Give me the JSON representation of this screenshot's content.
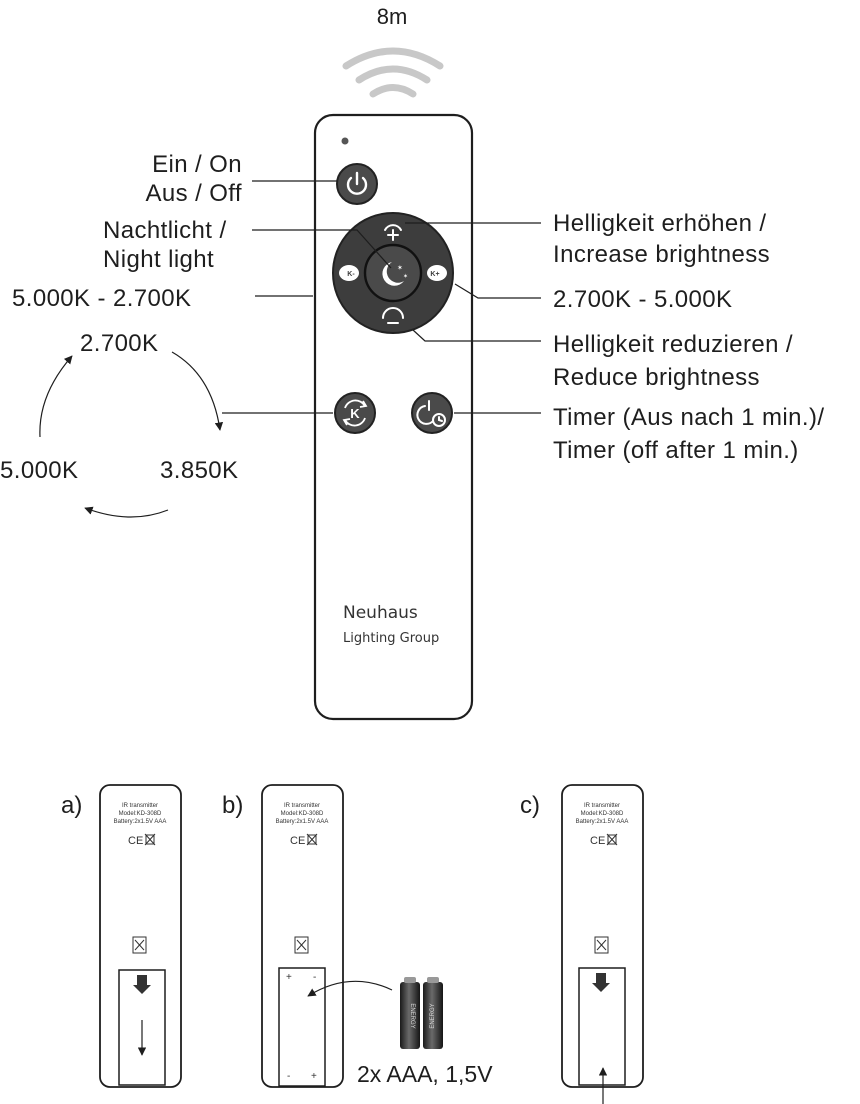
{
  "range": "8m",
  "remote": {
    "brand_line1": "Neuhaus",
    "brand_line2": "Lighting Group"
  },
  "labels": {
    "power_line1": "Ein / On",
    "power_line2": "Aus / Off",
    "night_line1": "Nachtlicht /",
    "night_line2": "Night light",
    "cct_down": "5.000K - 2.700K",
    "bright_up_line1": "Helligkeit erhöhen /",
    "bright_up_line2": "Increase brightness",
    "cct_up": "2.700K - 5.000K",
    "bright_down_line1": "Helligkeit reduzieren /",
    "bright_down_line2": "Reduce brightness",
    "timer_line1": "Timer (Aus nach 1 min.)/",
    "timer_line2": "Timer (off after 1 min.)"
  },
  "cycle": {
    "t1": "2.700K",
    "t2": "3.850K",
    "t3": "5.000K"
  },
  "buttons": {
    "k_minus": "K-",
    "k_plus": "K+",
    "k_cycle": "K"
  },
  "back": {
    "line1": "IR transmitter",
    "line2": "Model:KD-308D",
    "line3": "Battery:2x1.5V AAA",
    "ce": "CE",
    "plus": "+",
    "minus": "-"
  },
  "steps": {
    "a": "a)",
    "b": "b)",
    "c": "c)"
  },
  "battery": {
    "caption": "2x AAA, 1,5V",
    "print": "ENERGY"
  },
  "colors": {
    "remote_body": "#ffffff",
    "button_dark": "#4a4a4a",
    "ring_dark": "#3d3d3d",
    "line": "#1e1e1e"
  }
}
